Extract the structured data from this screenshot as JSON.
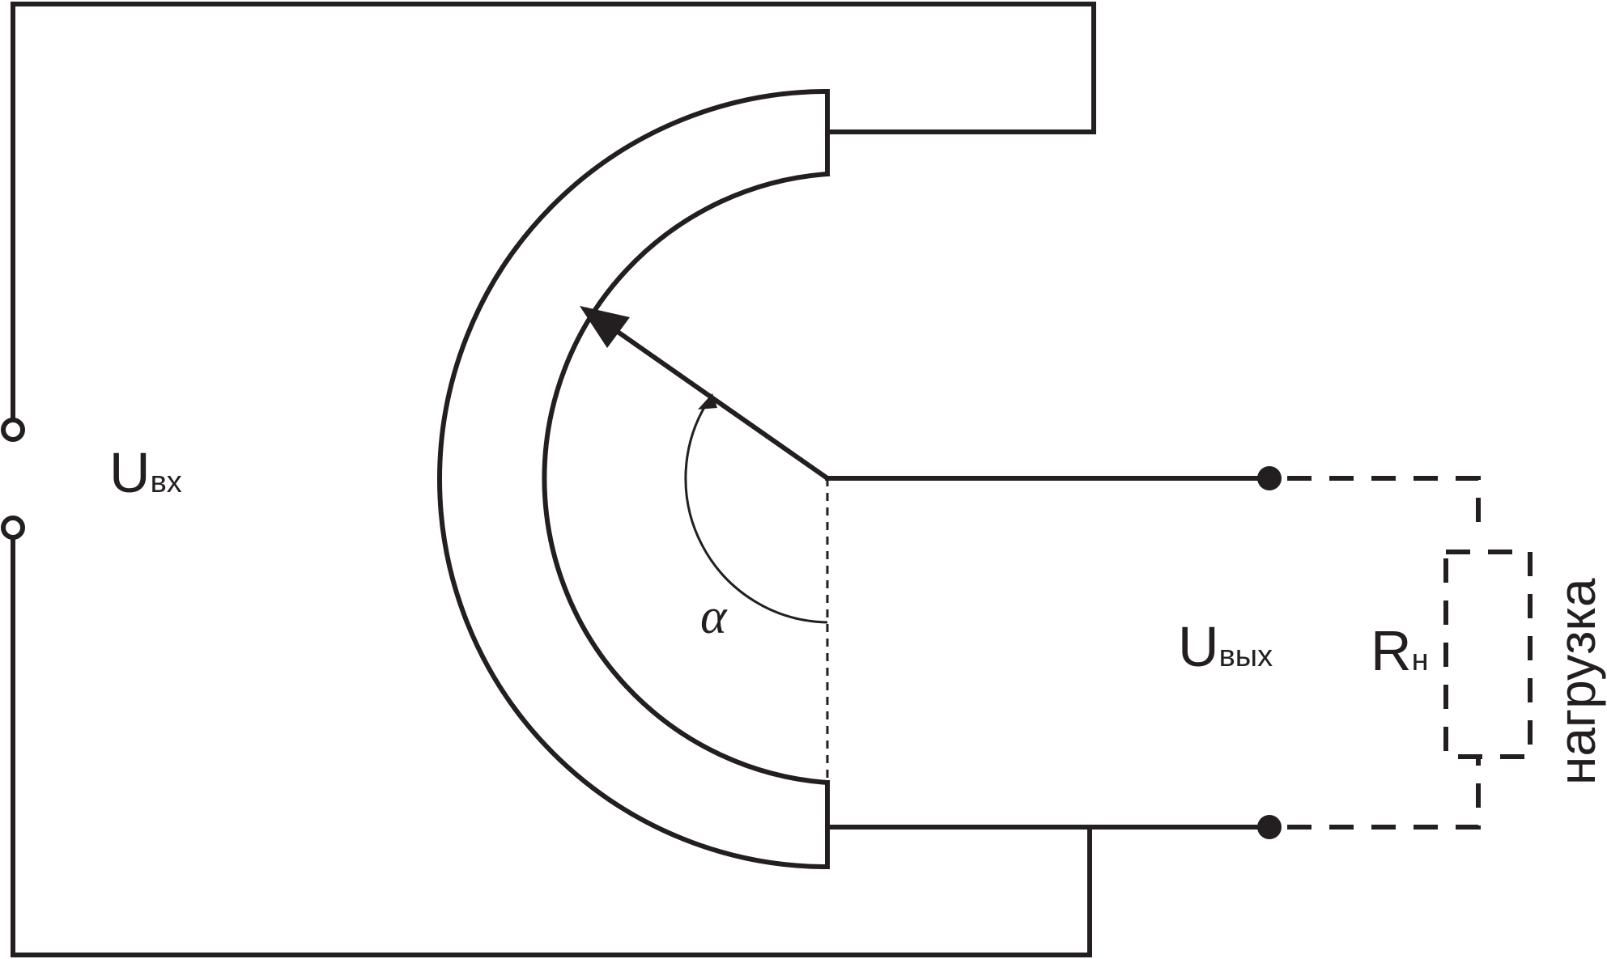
{
  "input_voltage": {
    "main": "U",
    "sub": "вх"
  },
  "output_voltage": {
    "main": "U",
    "sub": "вых"
  },
  "angle_label": "α",
  "load_resistor": {
    "main": "R",
    "sub": "н"
  },
  "load_label": "нагрузка",
  "colors": {
    "line": "#231f20",
    "background": "#ffffff"
  }
}
